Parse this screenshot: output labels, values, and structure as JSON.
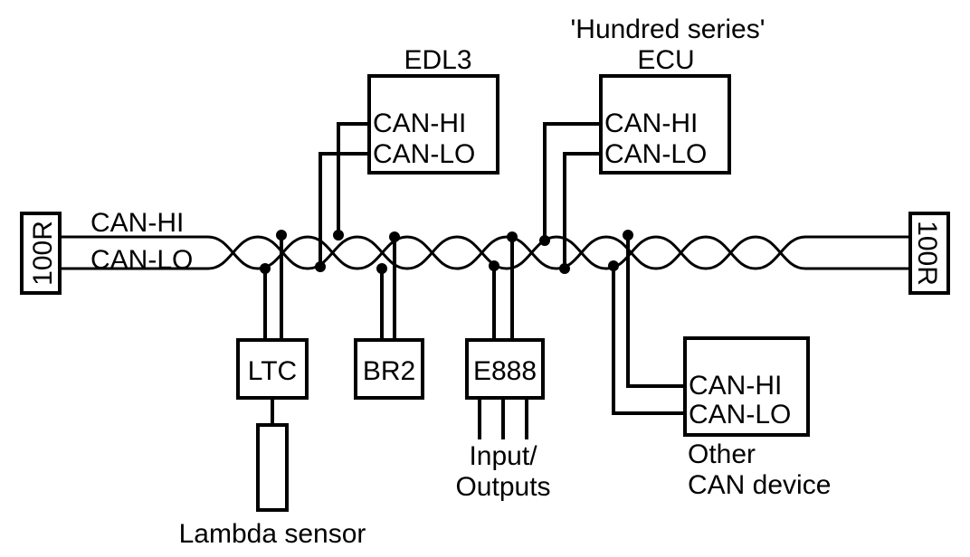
{
  "bus": {
    "hi_label": "CAN-HI",
    "lo_label": "CAN-LO",
    "term_left": "100R",
    "term_right": "100R"
  },
  "edl3": {
    "title": "EDL3",
    "hi": "CAN-HI",
    "lo": "CAN-LO"
  },
  "ecu": {
    "title_line1": "'Hundred series'",
    "title_line2": "ECU",
    "hi": "CAN-HI",
    "lo": "CAN-LO"
  },
  "ltc": {
    "label": "LTC",
    "sensor_label": "Lambda sensor"
  },
  "br2": {
    "label": "BR2"
  },
  "e888": {
    "label": "E888",
    "io_line1": "Input/",
    "io_line2": "Outputs"
  },
  "other": {
    "hi": "CAN-HI",
    "lo": "CAN-LO",
    "line1": "Other",
    "line2": "CAN device"
  }
}
